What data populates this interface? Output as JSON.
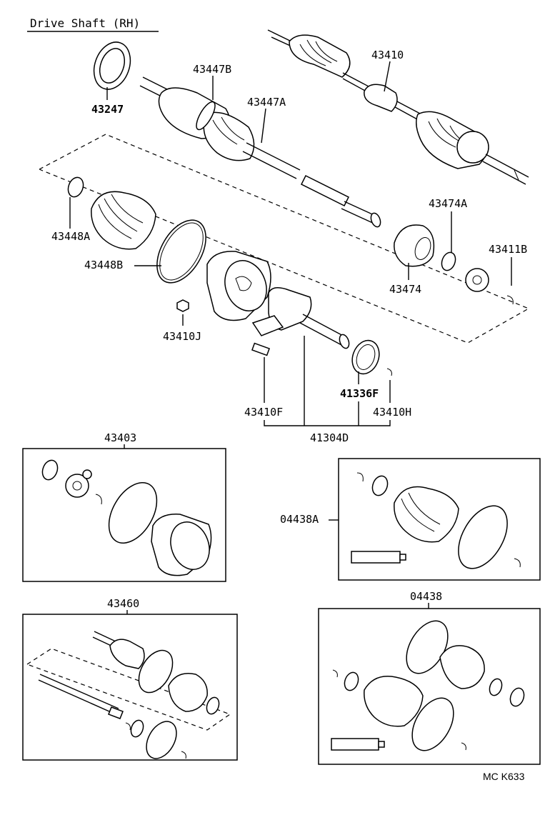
{
  "title": "Drive Shaft (RH)",
  "labels": {
    "p43410": "43410",
    "p43447B": "43447B",
    "p43447A": "43447A",
    "p43247": "43247",
    "p43448A": "43448A",
    "p43448B": "43448B",
    "p43474A": "43474A",
    "p43411B": "43411B",
    "p43474": "43474",
    "p43410J": "43410J",
    "p41336F": "41336F",
    "p43410F": "43410F",
    "p43410H": "43410H",
    "p41304D": "41304D",
    "p43403": "43403",
    "p04438A": "04438A",
    "p43460": "43460",
    "p04438": "04438",
    "code": "MC K633"
  },
  "icons": [
    "drive-shaft-assembly-icon",
    "cv-boot-icon",
    "boot-clamp-icon",
    "tripod-joint-icon",
    "grease-tube-icon",
    "snap-ring-icon"
  ]
}
